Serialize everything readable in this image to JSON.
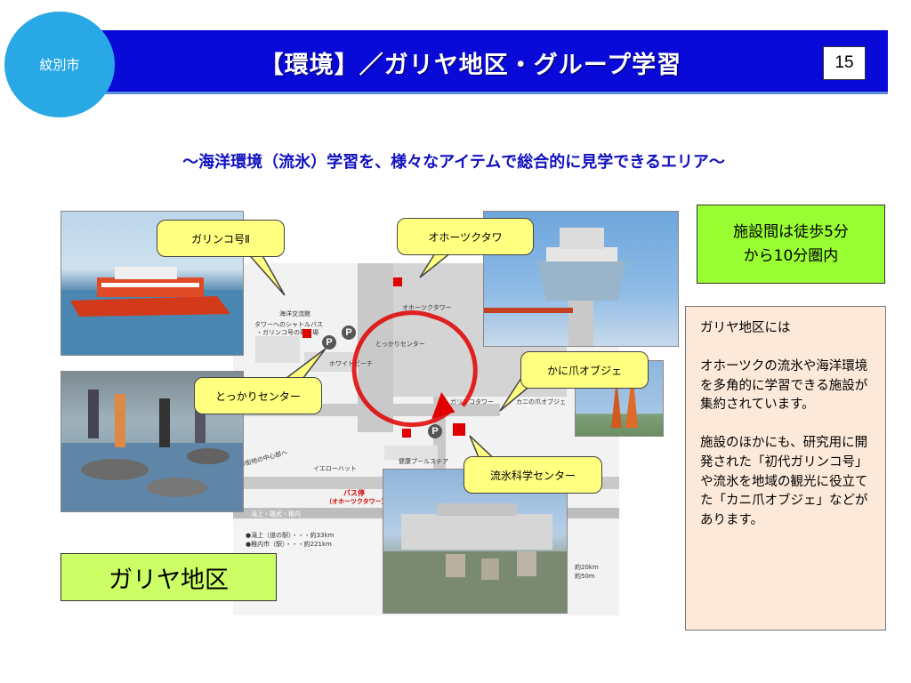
{
  "header": {
    "city": "紋別市",
    "title": "【環境】／ガリヤ地区・グループ学習",
    "page_number": "15"
  },
  "subtitle": "～海洋環境（流氷）学習を、様々なアイテムで総合的に見学できるエリア～",
  "callouts": {
    "garinko": "ガリンコ号Ⅱ",
    "okhotsk_tower": "オホーツクタワ",
    "tokkari": "とっかりセンター",
    "crab": "かに爪オブジェ",
    "ryuhyo": "流氷科学センター"
  },
  "map_labels": {
    "ferry_terminal": "海洋交流館",
    "shuttle_1": "タワーへのシャトルバス",
    "shuttle_2": "・ガリンコ号の乗り場",
    "tower": "オホーツクタワー",
    "tokkari_center": "とっかりセンター",
    "white_beach": "ホワイトビーチ",
    "garinko_tower": "ガリンコタワー",
    "crab_claw": "カニの爪オブジェ",
    "pool": "健康プールステア",
    "town_center": "市街地の中心部へ",
    "yellow_hat": "イエローハット",
    "bus_stop": "バス停",
    "bus_stop_sub": "（オホーツクタワー）",
    "route": "滝上・雄武・稚内",
    "dist_1": "●滝上（道の駅）・・・約33km",
    "dist_2": "●稚内市（駅）・・・約221km",
    "dist_3": "約20km",
    "dist_4": "約50m"
  },
  "info_green": {
    "line1": "施設間は徒歩5分",
    "line2": "から10分圏内"
  },
  "info_panel": {
    "p1": "ガリヤ地区には",
    "p2": "オホーツクの流氷や海洋環境を多角的に学習できる施設が集約されています。",
    "p3": "施設のほかにも、研究用に開発された「初代ガリンコ号」や流氷を地域の観光に役立てた「カニ爪オブジェ」などがあります。"
  },
  "area_label": "ガリヤ地区",
  "colors": {
    "header_blue": "#0a0ad8",
    "badge_blue": "#29a8e6",
    "callout_yellow": "#ffff80",
    "green_box": "#99ff33",
    "area_green": "#ccff66",
    "panel_peach": "#fde9d9",
    "route_red": "#e00000"
  }
}
